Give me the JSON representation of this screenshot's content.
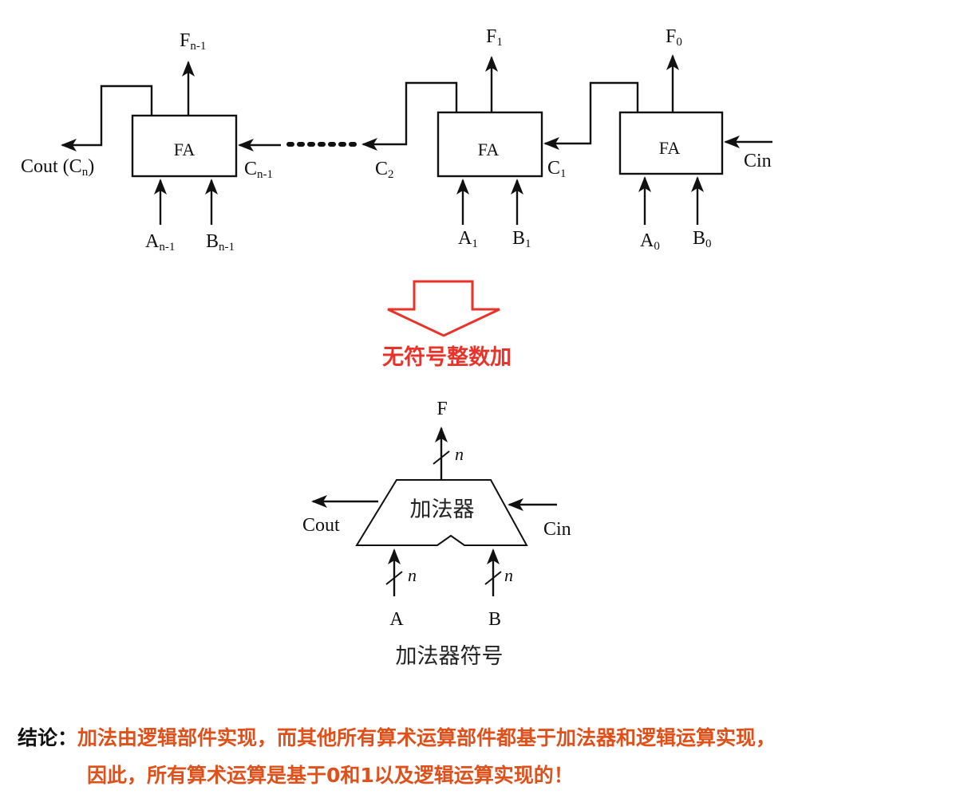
{
  "ripple": {
    "fa_label": "FA",
    "outputs": {
      "fn1_main": "F",
      "fn1_sub": "n-1",
      "f1_main": "F",
      "f1_sub": "1",
      "f0_main": "F",
      "f0_sub": "0"
    },
    "inputs": {
      "an1_main": "A",
      "an1_sub": "n-1",
      "bn1_main": "B",
      "bn1_sub": "n-1",
      "a1_main": "A",
      "a1_sub": "1",
      "b1_main": "B",
      "b1_sub": "1",
      "a0_main": "A",
      "a0_sub": "0",
      "b0_main": "B",
      "b0_sub": "0"
    },
    "carries": {
      "cout_prefix": "Cout (C",
      "cout_sub": "n",
      "cout_suffix": ")",
      "cn1_main": "C",
      "cn1_sub": "n-1",
      "c2_main": "C",
      "c2_sub": "2",
      "c1_main": "C",
      "c1_sub": "1",
      "cin": "Cin"
    }
  },
  "transition_title": "无符号整数加",
  "adder": {
    "label": "加法器",
    "output": "F",
    "bus_width": "n",
    "input_a": "A",
    "input_b": "B",
    "cout": "Cout",
    "cin": "Cin",
    "caption": "加法器符号"
  },
  "conclusion": {
    "label": "结论：",
    "line1": "加法由逻辑部件实现，而其他所有算术运算部件都基于加法器和逻辑运算实现，",
    "line2": "因此，所有算术运算是基于0和1以及逻辑运算实现的！"
  },
  "colors": {
    "accent_red": "#e8322a",
    "conclusion_orange": "#e0501a",
    "ink": "#111111"
  }
}
